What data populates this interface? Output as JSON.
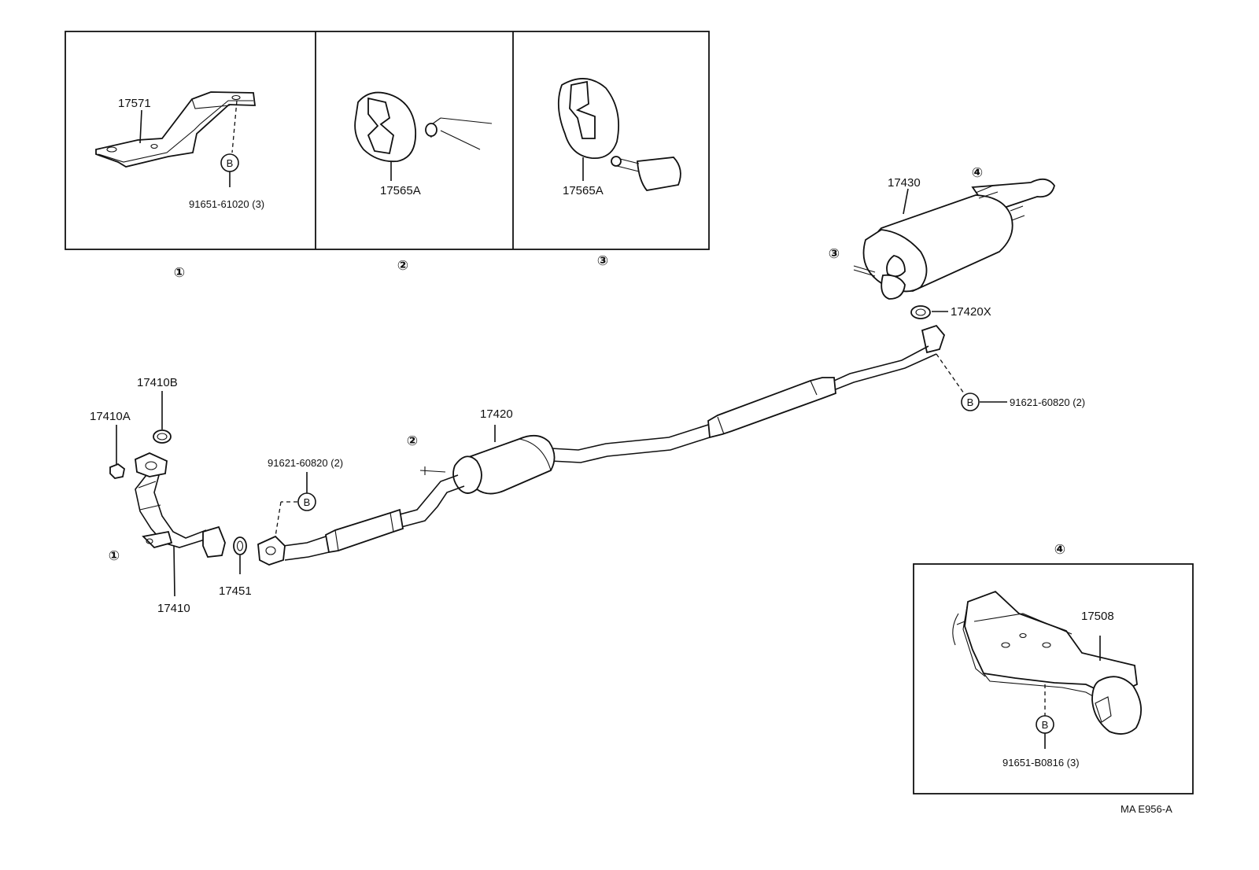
{
  "insets": [
    {
      "marker": "①",
      "parts": [
        "17571",
        "91651-61020 (3)"
      ],
      "bolt_code": "B"
    },
    {
      "marker": "②",
      "parts": [
        "17565A"
      ]
    },
    {
      "marker": "③",
      "parts": [
        "17565A"
      ]
    },
    {
      "marker": "④",
      "parts": [
        "17508",
        "91651-B0816 (3)"
      ],
      "bolt_code": "B"
    }
  ],
  "labels": {
    "l17571": "17571",
    "l91651_61020": "91651-61020 (3)",
    "l17565A_1": "17565A",
    "l17565A_2": "17565A",
    "l17430": "17430",
    "l17420X": "17420X",
    "l91621_right": "91621-60820 (2)",
    "l17410B": "17410B",
    "l17410A": "17410A",
    "l17420": "17420",
    "l91621_mid": "91621-60820 (2)",
    "l17410": "17410",
    "l17451": "17451",
    "l17508": "17508",
    "l91651_B0816": "91651-B0816 (3)",
    "diagram_code": "MA E956-A"
  },
  "markers": {
    "m1": "①",
    "m2": "②",
    "m3": "③",
    "m4": "④"
  },
  "bolt": "B"
}
